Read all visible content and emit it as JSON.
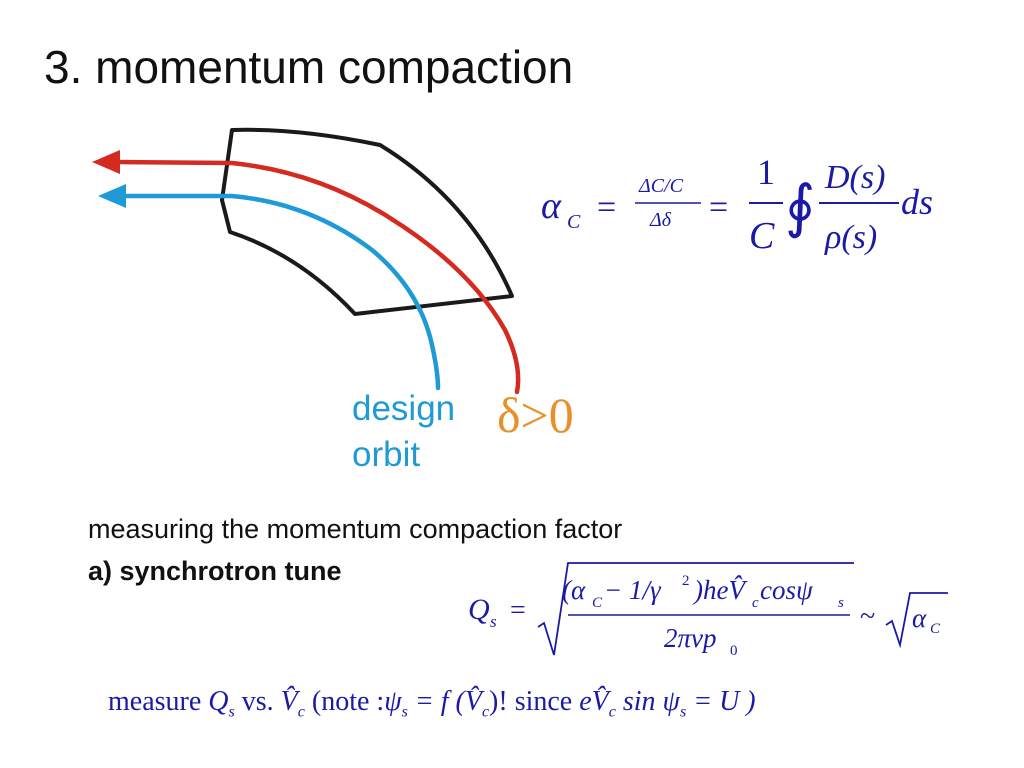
{
  "slide": {
    "title": "3. momentum compaction",
    "diagram": {
      "label_design_line1": "design",
      "label_design_line2": "orbit",
      "label_delta": "δ>0",
      "colors": {
        "magnet_outline": "#1a1a1a",
        "red_orbit": "#d42a20",
        "blue_orbit": "#1f9ad6",
        "delta_label": "#e8902a"
      }
    },
    "formula_alpha": {
      "lhs": "α",
      "lhs_sub": "C",
      "frac1_num": "ΔC/C",
      "frac1_den": "Δδ",
      "frac2_num": "1",
      "frac2_den": "C",
      "integral": "∮",
      "frac3_num": "D(s)",
      "frac3_den": "ρ(s)",
      "tail": "ds"
    },
    "intro_text": "measuring the momentum compaction factor",
    "method_label": "a) synchrotron tune",
    "formula_qs": {
      "lhs": "Q",
      "lhs_sub": "s",
      "num_text": "(α",
      "num_sub_c": "C",
      "num_mid": " − 1/γ",
      "num_sup": "2",
      "num_rest": ")heV̂",
      "num_sub_c2": "c",
      "num_cos": " cosψ",
      "num_sub_s": "s",
      "den_text": "2πνp",
      "den_sub": "0",
      "approx": "~",
      "rhs": "α",
      "rhs_sub": "C"
    },
    "measure_line": {
      "word_measure": "measure",
      "q": "Q",
      "q_sub": "s",
      "vs": "vs.",
      "v": "V̂",
      "v_sub": "c",
      "note": "(note :",
      "psi": "ψ",
      "psi_sub": "s",
      "eq_f": " = f (V̂",
      "f_sub": "c",
      "excl": ")!",
      "since": "since",
      "ev": "eV̂",
      "ev_sub": "c",
      "sin": "sin ψ",
      "sin_sub": "s",
      "eq_u": " = U )"
    }
  }
}
